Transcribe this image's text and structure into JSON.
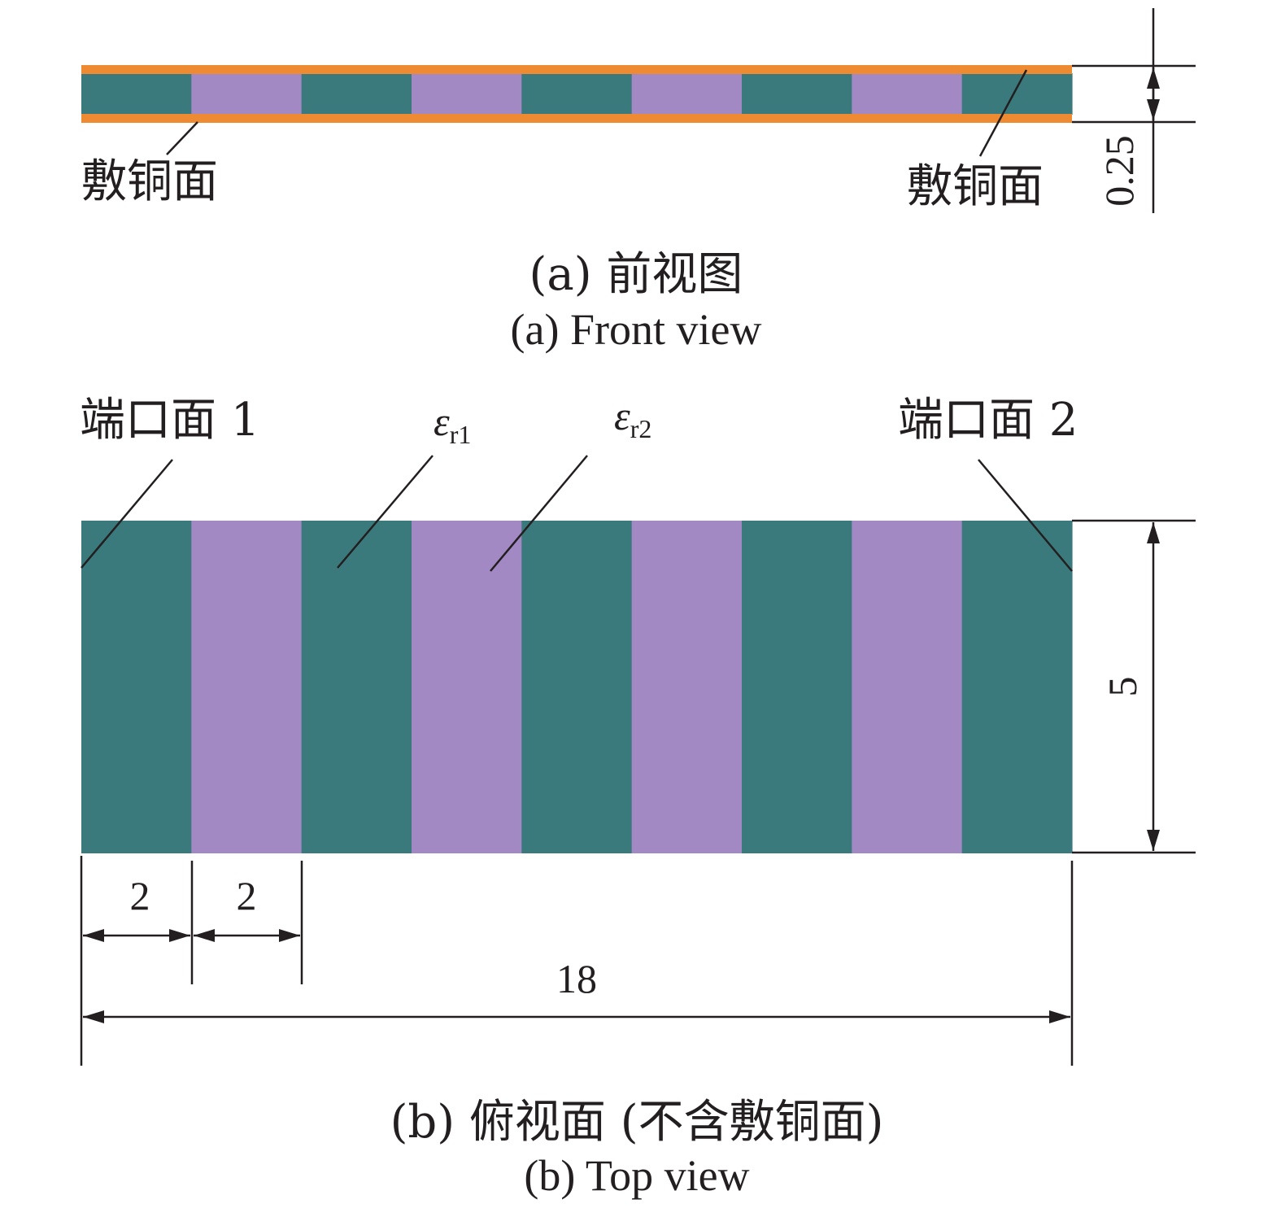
{
  "colors": {
    "dielectric_1": "#3a7a7c",
    "dielectric_2": "#a389c4",
    "copper": "#ed8a32",
    "ink": "#231f20"
  },
  "stripe_count": 9,
  "front_view": {
    "copper_label_left": "敷铜面",
    "copper_label_right": "敷铜面",
    "thickness_value": "0.25",
    "caption_cn": "(a) 前视图",
    "caption_en": "(a) Front view"
  },
  "top_view": {
    "port1_label": "端口面 1",
    "port2_label": "端口面 2",
    "eps1_symbol": "ε",
    "eps1_subscript": "r1",
    "eps2_symbol": "ε",
    "eps2_subscript": "r2",
    "width_value": "5",
    "stripe1_width": "2",
    "stripe2_width": "2",
    "total_length": "18",
    "caption_cn": "(b) 俯视面 (不含敷铜面)",
    "caption_en": "(b) Top view"
  }
}
